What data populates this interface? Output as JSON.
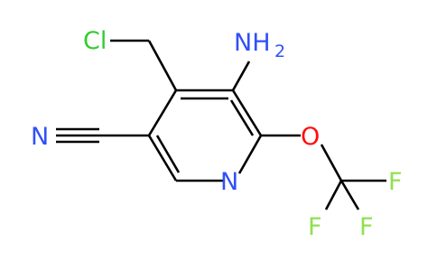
{
  "molecule": {
    "atoms": {
      "cl": "Cl",
      "amino": "NH",
      "amino_subscript": "2",
      "nitrile_n": "N",
      "ring_n": "N",
      "oxygen": "O",
      "f_right": "F",
      "f_left": "F",
      "f_bottom": "F"
    }
  },
  "colors": {
    "bond": "#000000",
    "chlorine": "#33cc33",
    "nitrogen": "#3050f8",
    "oxygen": "#ff0d0d",
    "fluorine": "#90e050"
  }
}
